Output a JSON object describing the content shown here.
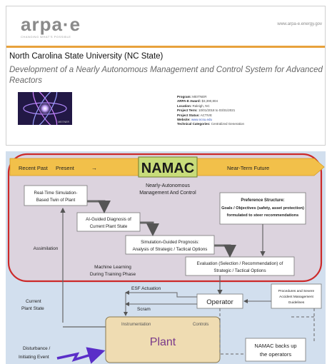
{
  "header": {
    "logo_text": "arpa·e",
    "tagline": "CHANGING WHAT'S POSSIBLE",
    "url": "www.arpa-e.energy.gov"
  },
  "project": {
    "institution": "North Carolina State University (NC State)",
    "title": "Development of a Nearly Autonomous Management and Control System for Advanced Reactors",
    "image_label": "MEITNER",
    "details": [
      {
        "key": "Program:",
        "value": "MEITNER"
      },
      {
        "key": "ARPA-E Award:",
        "value": "$3,390,804"
      },
      {
        "key": "Location:",
        "value": "Raleigh, NC"
      },
      {
        "key": "Project Term:",
        "value": "10/01/2018 to 03/31/2021"
      },
      {
        "key": "Project Status:",
        "value": "ACTIVE"
      },
      {
        "key": "Website:",
        "value": "www.ncsu.edu"
      },
      {
        "key": "Technical Categories:",
        "value": "Centralized Generation"
      }
    ]
  },
  "diagram": {
    "timeline": {
      "left": "Recent Past",
      "present": "Present",
      "right": "Near-Term Future"
    },
    "title": "NAMAC",
    "subtitle_1": "Nearly-Autonomous",
    "subtitle_2": "Management And Control",
    "boxes": {
      "twin_1": "Real-Time Simulation-",
      "twin_2": "Based Twin of Plant",
      "ai_1": "AI-Guided Diagnosis of",
      "ai_2": "Current Plant State",
      "prog_1": "Simulation-Guided Prognosis:",
      "prog_2": "Analysis of Strategic / Tactical Options",
      "pref_1": "Preference Structure:",
      "pref_2": "Goals / Objectives (safety, asset protection)",
      "pref_3": "formulated to steer recommendations",
      "eval_1": "Evaluation (Selection / Recommendation) of",
      "eval_2": "Strategic / Tactical Options",
      "operator": "Operator",
      "procedures_1": "Procedures and Severe",
      "procedures_2": "Accident Management",
      "procedures_3": "Guidelines",
      "backs_1": "NAMAC backs up",
      "backs_2": "the operators",
      "plant": "Plant",
      "instrumentation": "Instrumentation",
      "controls": "Controls"
    },
    "labels": {
      "assimilation": "Assimilation",
      "ml_1": "Machine Learning",
      "ml_2": "During Training Phase",
      "esf": "ESF Actuation",
      "scram": "Scram",
      "current_1": "Current",
      "current_2": "Plant State",
      "dist_1": "Disturbance /",
      "dist_2": "Initiating Event"
    },
    "colors": {
      "background": "#d2dfee",
      "red_frame": "#cc2a2a",
      "frame_fill": "#dcd3de",
      "timeline": "#f2c04a",
      "namac_box": "#c8dc7a",
      "plant": "#efdcb2",
      "arrow": "#666666",
      "disturbance": "#5a2ec8"
    }
  }
}
